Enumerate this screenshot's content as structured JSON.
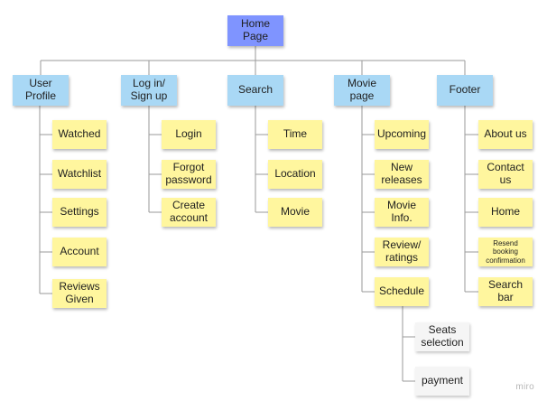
{
  "colors": {
    "home": "#7f94ff",
    "section": "#a9d8f5",
    "item": "#fff69e",
    "sub_item": "#f5f5f5",
    "connector": "#9a9a9a"
  },
  "home": {
    "label": "Home\nPage"
  },
  "sections": [
    {
      "label": "User\nProfile",
      "items": [
        {
          "label": "Watched"
        },
        {
          "label": "Watchlist"
        },
        {
          "label": "Settings"
        },
        {
          "label": "Account"
        },
        {
          "label": "Reviews\nGiven"
        }
      ]
    },
    {
      "label": "Log in/\nSign up",
      "items": [
        {
          "label": "Login"
        },
        {
          "label": "Forgot\npassword"
        },
        {
          "label": "Create\naccount"
        }
      ]
    },
    {
      "label": "Search",
      "items": [
        {
          "label": "Time"
        },
        {
          "label": "Location"
        },
        {
          "label": "Movie"
        }
      ]
    },
    {
      "label": "Movie\npage",
      "items": [
        {
          "label": "Upcoming"
        },
        {
          "label": "New\nreleases"
        },
        {
          "label": "Movie\nInfo."
        },
        {
          "label": "Review/\nratings"
        },
        {
          "label": "Schedule",
          "children": [
            {
              "label": "Seats\nselection"
            },
            {
              "label": "payment"
            }
          ]
        }
      ]
    },
    {
      "label": "Footer",
      "items": [
        {
          "label": "About us"
        },
        {
          "label": "Contact\nus"
        },
        {
          "label": "Home"
        },
        {
          "label": "Resend\nbooking\nconfirmation"
        },
        {
          "label": "Search\nbar"
        }
      ]
    }
  ],
  "watermark": "miro"
}
